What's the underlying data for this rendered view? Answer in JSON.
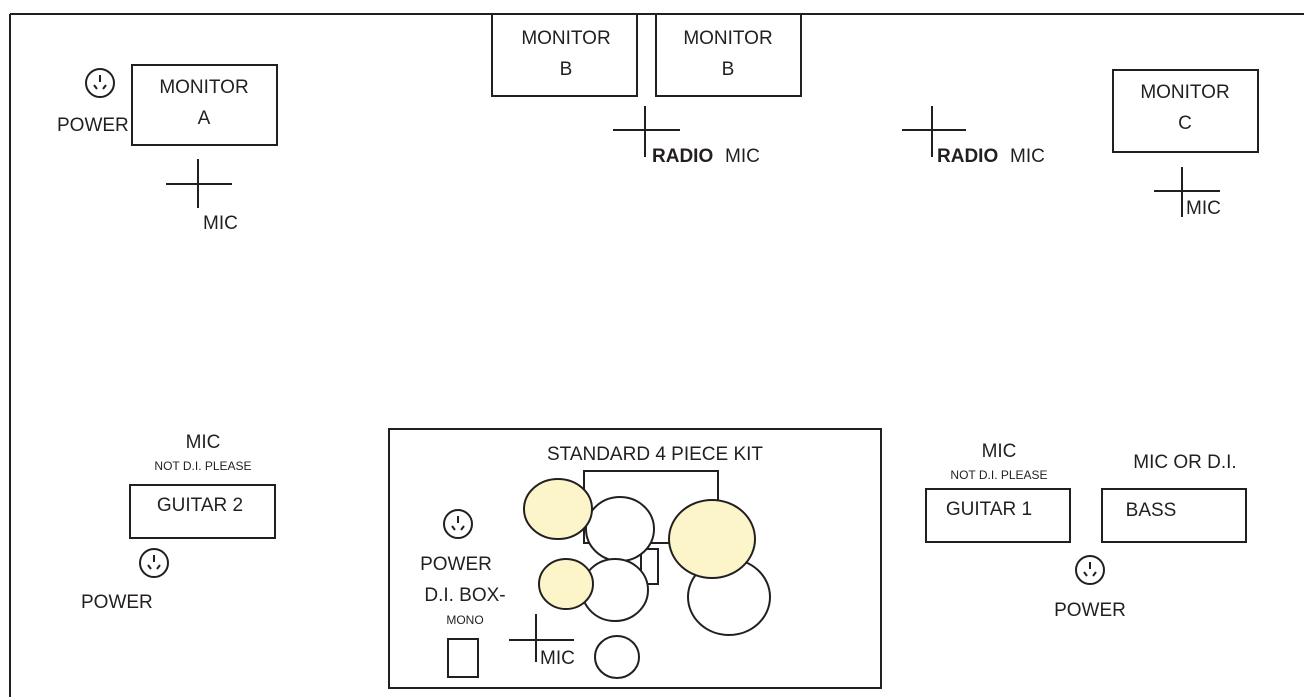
{
  "colors": {
    "line": "#231f20",
    "cymbal": "#fcf5c9",
    "drum": "#ffffff",
    "background": "#ffffff"
  },
  "labels": {
    "monitor": "MONITOR",
    "monitor_a": "A",
    "monitor_b": "B",
    "monitor_c": "C",
    "power": "POWER",
    "mic": "MIC",
    "radio": "RADIO",
    "not_di": "NOT D.I. PLEASE",
    "guitar1": "GUITAR 1",
    "guitar2": "GUITAR 2",
    "bass": "BASS",
    "mic_or_di": "MIC OR D.I.",
    "kit_title": "STANDARD 4 PIECE KIT",
    "di_box": "D.I. BOX-",
    "mono": "MONO"
  },
  "icons": {
    "power": "power-outlet-icon",
    "mic": "mic-cross-icon"
  }
}
